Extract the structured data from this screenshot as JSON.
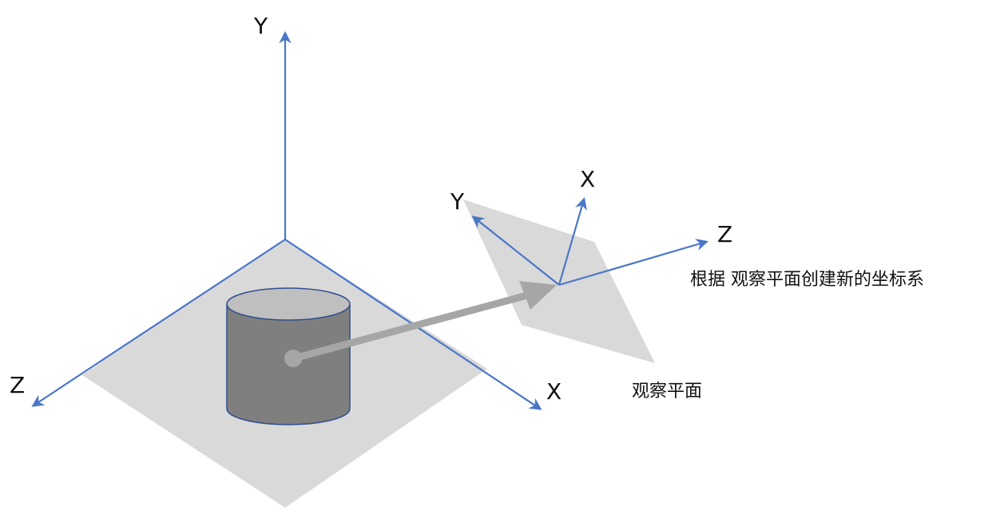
{
  "world_axes": {
    "x": "X",
    "y": "Y",
    "z": "Z"
  },
  "view_axes": {
    "x": "X",
    "y": "Y",
    "z": "Z"
  },
  "annotation": "根据 观察平面创建新的坐标系",
  "view_plane_label": "观察平面",
  "colors": {
    "axis": "#4a76c8",
    "plane": "#d9d9d9",
    "cylinder": "#7f7f7f",
    "cylinder_top": "#bfbfbf",
    "arrow": "#a6a6a6"
  }
}
